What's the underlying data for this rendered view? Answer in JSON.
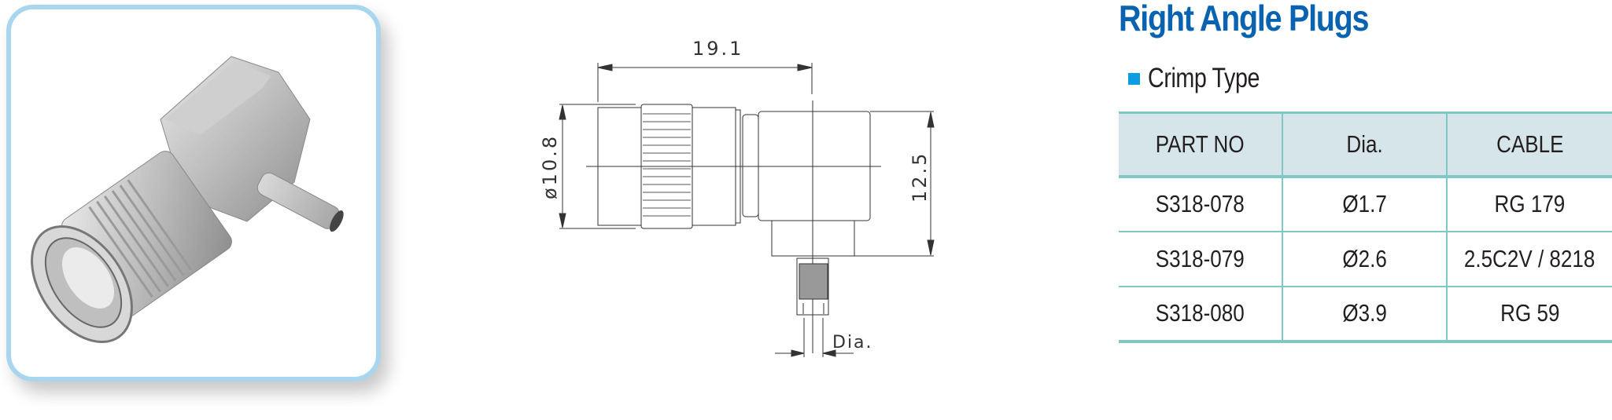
{
  "header": {
    "title": "Right Angle Plugs",
    "subtitle": "Crimp Type",
    "title_color": "#0a63b0",
    "bullet_color": "#0a9ee0"
  },
  "photo": {
    "alt": "Right angle crimp plug connector photo",
    "frame_color": "#a9d6ef"
  },
  "drawing": {
    "dimensions": {
      "length": "19.1",
      "diameter": "ø10.8",
      "height": "12.5",
      "cable_dia": "Dia."
    }
  },
  "table": {
    "headers": [
      "PART NO",
      "Dia.",
      "CABLE"
    ],
    "rows": [
      [
        "S318-078",
        "Ø1.7",
        "RG 179"
      ],
      [
        "S318-079",
        "Ø2.6",
        "2.5C2V / 8218"
      ],
      [
        "S318-080",
        "Ø3.9",
        "RG 59"
      ]
    ],
    "header_bg": "#d5e5e9",
    "border_color": "#7fc8c3"
  }
}
